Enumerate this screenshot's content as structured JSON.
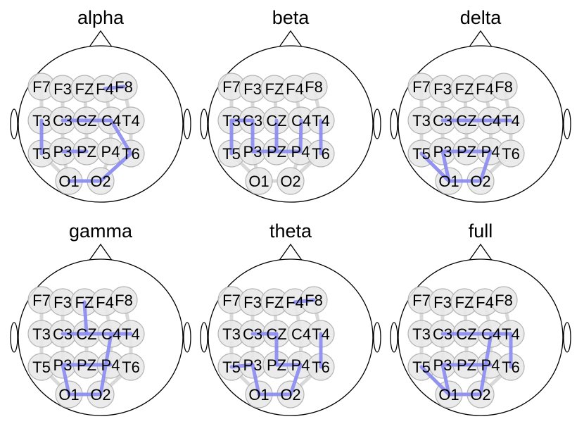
{
  "colors": {
    "background": "#ffffff",
    "head_outline": "#000000",
    "electrode_fill": "#e8e8e8",
    "electrode_stroke": "#b4b4b4",
    "grey_edge": "#d9d9d9",
    "highlight_edge": "#8c8cf2"
  },
  "electrodes": [
    "F7",
    "F3",
    "FZ",
    "F4",
    "F8",
    "T3",
    "C3",
    "CZ",
    "C4",
    "T4",
    "T5",
    "P3",
    "PZ",
    "P4",
    "T6",
    "O1",
    "O2"
  ],
  "panels": [
    {
      "title": "alpha",
      "highlight_edges": [
        [
          "F4",
          "F8"
        ],
        [
          "C3",
          "CZ"
        ],
        [
          "CZ",
          "C4"
        ],
        [
          "T3",
          "T5"
        ],
        [
          "P3",
          "PZ"
        ],
        [
          "C4",
          "T6"
        ],
        [
          "T6",
          "O2"
        ],
        [
          "O1",
          "O2"
        ]
      ]
    },
    {
      "title": "beta",
      "highlight_edges": [
        [
          "T3",
          "T5"
        ],
        [
          "T3",
          "C3"
        ],
        [
          "C3",
          "P3"
        ],
        [
          "P3",
          "PZ"
        ],
        [
          "CZ",
          "PZ"
        ],
        [
          "PZ",
          "P4"
        ],
        [
          "C4",
          "P4"
        ],
        [
          "T4",
          "T6"
        ]
      ]
    },
    {
      "title": "delta",
      "highlight_edges": [
        [
          "C3",
          "CZ"
        ],
        [
          "CZ",
          "C4"
        ],
        [
          "C4",
          "T4"
        ],
        [
          "T5",
          "O1"
        ],
        [
          "P3",
          "O1"
        ],
        [
          "P3",
          "PZ"
        ],
        [
          "PZ",
          "P4"
        ],
        [
          "P4",
          "O2"
        ],
        [
          "O1",
          "O2"
        ]
      ]
    },
    {
      "title": "gamma",
      "highlight_edges": [
        [
          "FZ",
          "CZ"
        ],
        [
          "C3",
          "CZ"
        ],
        [
          "CZ",
          "C4"
        ],
        [
          "C4",
          "T4"
        ],
        [
          "P3",
          "PZ"
        ],
        [
          "PZ",
          "P4"
        ],
        [
          "P3",
          "O1"
        ],
        [
          "C4",
          "O2"
        ],
        [
          "O1",
          "O2"
        ]
      ]
    },
    {
      "title": "theta",
      "highlight_edges": [
        [
          "F4",
          "F8"
        ],
        [
          "C3",
          "CZ"
        ],
        [
          "CZ",
          "PZ"
        ],
        [
          "PZ",
          "P4"
        ],
        [
          "P3",
          "O1"
        ],
        [
          "P4",
          "O2"
        ],
        [
          "O1",
          "O2"
        ],
        [
          "T4",
          "T6"
        ],
        [
          "T5",
          "P3"
        ]
      ]
    },
    {
      "title": "full",
      "highlight_edges": [
        [
          "C3",
          "CZ"
        ],
        [
          "CZ",
          "C4"
        ],
        [
          "C4",
          "T4"
        ],
        [
          "T5",
          "O1"
        ],
        [
          "P3",
          "O1"
        ],
        [
          "P3",
          "PZ"
        ],
        [
          "PZ",
          "P4"
        ],
        [
          "C4",
          "O2"
        ],
        [
          "O1",
          "O2"
        ],
        [
          "T4",
          "T6"
        ]
      ]
    }
  ]
}
